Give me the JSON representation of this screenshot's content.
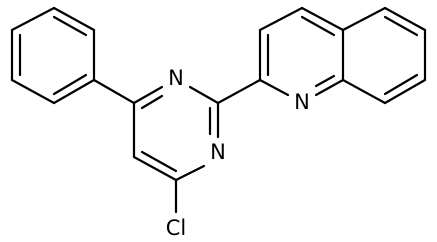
{
  "molecule": {
    "atoms": {
      "n_top": "N",
      "n_bottom": "N",
      "n_quinoline": "N",
      "chlorine": "Cl"
    }
  },
  "colors": {
    "bond": "#000000",
    "background": "#ffffff"
  }
}
